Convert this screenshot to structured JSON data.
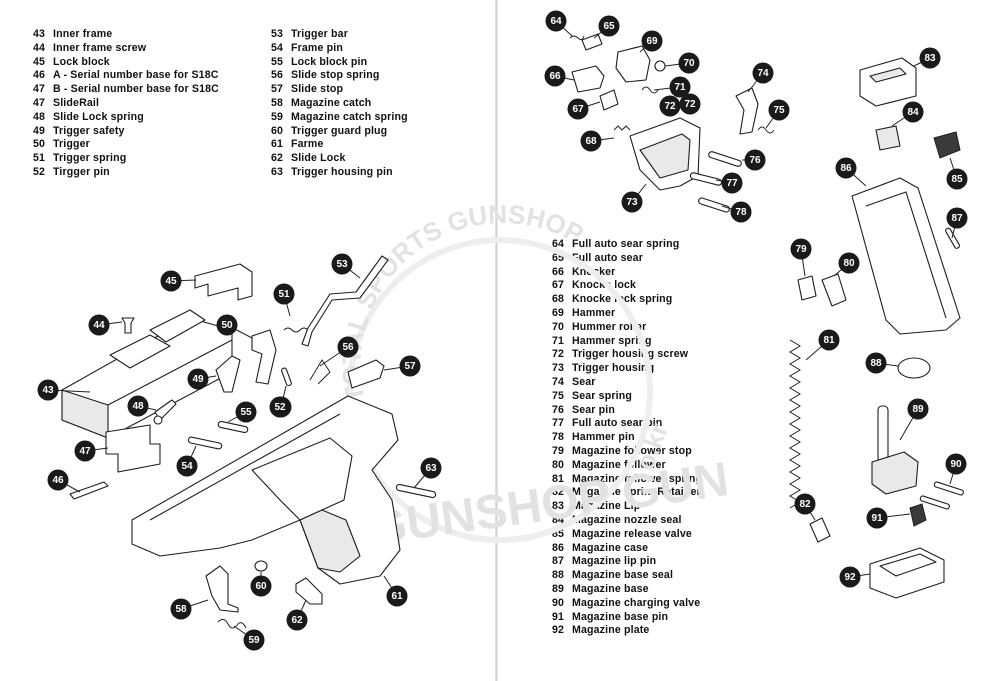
{
  "watermark": {
    "arc_text": "TOTAL SPORTS GUNSHOP",
    "band_text": "GUNSHOP GUN",
    "domain_text": "o.kr"
  },
  "parts_left_col1": [
    {
      "num": "43",
      "name": "Inner frame"
    },
    {
      "num": "44",
      "name": "Inner frame screw"
    },
    {
      "num": "45",
      "name": "Lock block"
    },
    {
      "num": "46",
      "name": "A - Serial number base for S18C"
    },
    {
      "num": "47",
      "name": "B - Serial number base for S18C"
    },
    {
      "num": "47",
      "name": "SlideRail"
    },
    {
      "num": "48",
      "name": "Slide Lock spring"
    },
    {
      "num": "49",
      "name": "Trigger safety"
    },
    {
      "num": "50",
      "name": "Trigger"
    },
    {
      "num": "51",
      "name": "Trigger spring"
    },
    {
      "num": "52",
      "name": "Tirgger pin"
    }
  ],
  "parts_left_col2": [
    {
      "num": "53",
      "name": "Trigger bar"
    },
    {
      "num": "54",
      "name": "Frame pin"
    },
    {
      "num": "55",
      "name": "Lock block pin"
    },
    {
      "num": "56",
      "name": "Slide stop spring"
    },
    {
      "num": "57",
      "name": "Slide stop"
    },
    {
      "num": "58",
      "name": "Magazine catch"
    },
    {
      "num": "59",
      "name": "Magazine catch spring"
    },
    {
      "num": "60",
      "name": "Trigger guard plug"
    },
    {
      "num": "61",
      "name": "Farme"
    },
    {
      "num": "62",
      "name": "Slide Lock"
    },
    {
      "num": "63",
      "name": "Trigger housing pin"
    }
  ],
  "parts_right": [
    {
      "num": "64",
      "name": "Full auto sear spring"
    },
    {
      "num": "65",
      "name": "Full auto sear"
    },
    {
      "num": "66",
      "name": "Knocker"
    },
    {
      "num": "67",
      "name": "Knocke lock"
    },
    {
      "num": "68",
      "name": "Knocke lock spring"
    },
    {
      "num": "69",
      "name": "Hammer"
    },
    {
      "num": "70",
      "name": "Hummer roller"
    },
    {
      "num": "71",
      "name": "Hammer spring"
    },
    {
      "num": "72",
      "name": "Trigger housing screw"
    },
    {
      "num": "73",
      "name": "Trigger housing"
    },
    {
      "num": "74",
      "name": "Sear"
    },
    {
      "num": "75",
      "name": "Sear spring"
    },
    {
      "num": "76",
      "name": "Sear pin"
    },
    {
      "num": "77",
      "name": "Full auto sear pin"
    },
    {
      "num": "78",
      "name": "Hammer pin"
    },
    {
      "num": "79",
      "name": "Magazine follower stop"
    },
    {
      "num": "80",
      "name": "Magazine follower"
    },
    {
      "num": "81",
      "name": "Magazine follower spring"
    },
    {
      "num": "82",
      "name": "Magazine springRetainer"
    },
    {
      "num": "83",
      "name": "Magazine Lip"
    },
    {
      "num": "84",
      "name": "Magazine nozzle seal"
    },
    {
      "num": "85",
      "name": "Magazine release valve"
    },
    {
      "num": "86",
      "name": "Magazine case"
    },
    {
      "num": "87",
      "name": "Magazine lip pin"
    },
    {
      "num": "88",
      "name": "Magazine base seal"
    },
    {
      "num": "89",
      "name": "Magazine base"
    },
    {
      "num": "90",
      "name": "Magazine charging valve"
    },
    {
      "num": "91",
      "name": "Magazine base pin"
    },
    {
      "num": "92",
      "name": "Magazine plate"
    }
  ],
  "callouts": [
    "43",
    "44",
    "45",
    "46",
    "47",
    "48",
    "49",
    "50",
    "51",
    "52",
    "52",
    "53",
    "54",
    "55",
    "56",
    "57",
    "58",
    "59",
    "60",
    "61",
    "62",
    "63",
    "64",
    "65",
    "66",
    "67",
    "68",
    "69",
    "70",
    "71",
    "72",
    "72",
    "73",
    "74",
    "75",
    "76",
    "77",
    "78",
    "79",
    "80",
    "81",
    "82",
    "83",
    "84",
    "85",
    "86",
    "87",
    "88",
    "89",
    "90",
    "91",
    "92"
  ]
}
